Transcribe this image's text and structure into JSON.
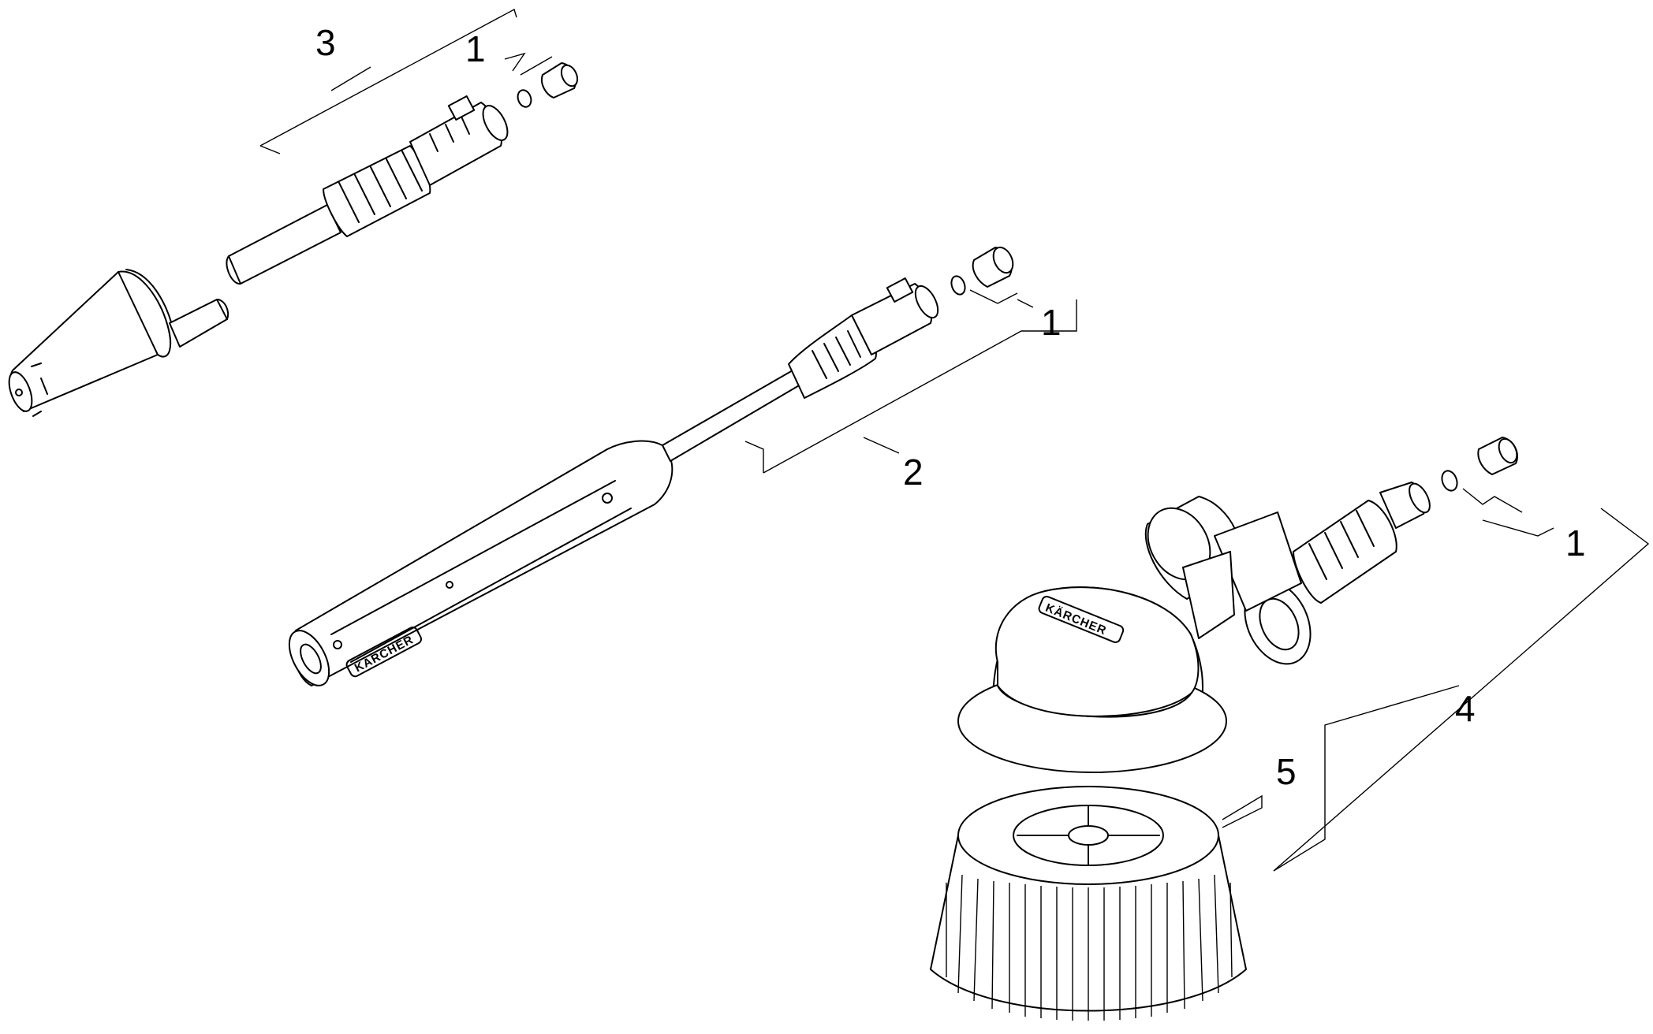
{
  "callouts": {
    "c1a": "1",
    "c1b": "1",
    "c1c": "1",
    "c2": "2",
    "c3": "3",
    "c4": "4",
    "c5": "5"
  },
  "brand": {
    "lance_logo": "KÄRCHER",
    "brush_logo": "KÄRCHER"
  },
  "icons": [
    "rotor-nozzle-icon",
    "spray-lance-icon",
    "wash-brush-icon",
    "o-ring-icon",
    "adapter-fitting-icon"
  ]
}
